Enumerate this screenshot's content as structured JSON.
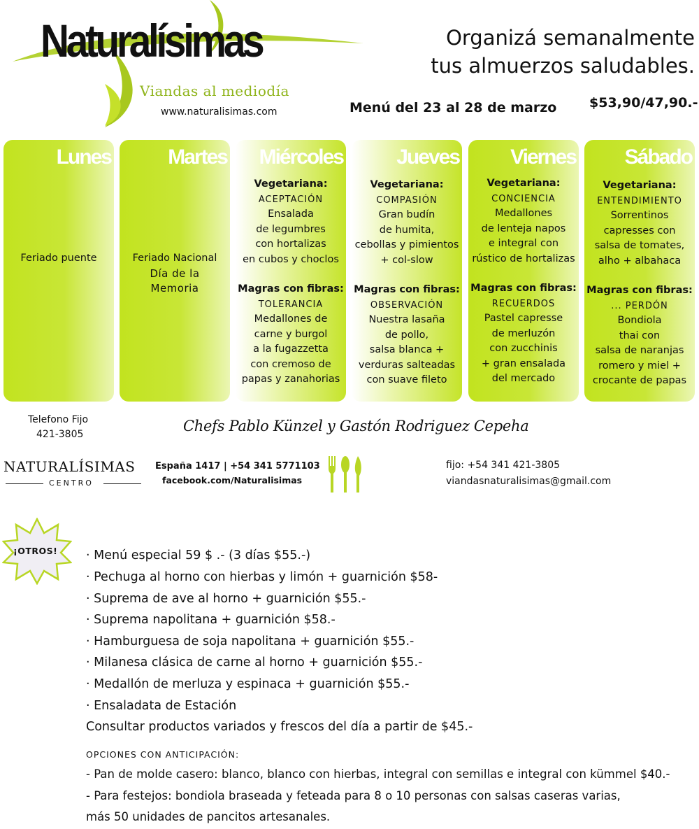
{
  "brand": {
    "name": "Naturalísimas",
    "subtitle": "Viandas al mediodía",
    "url": "www.naturalisimas.com"
  },
  "headline": {
    "line1": "Organizá semanalmente",
    "line2": "tus almuerzos saludables."
  },
  "menu_dates": "Menú del 23 al 28 de marzo",
  "price": "$53,90/47,90.-",
  "days": [
    {
      "name": "Lunes",
      "text": "Feriado puente"
    },
    {
      "name": "Martes",
      "line1": "Feriado Nacional",
      "line2": "Día de la",
      "line3": "Memoria"
    },
    {
      "name": "Miércoles",
      "veg_label": "Vegetariana:",
      "veg_title": "ACEPTACIÓN",
      "veg_lines": [
        "Ensalada",
        "de legumbres",
        "con hortalizas",
        "en cubos y choclos"
      ],
      "magra_label": "Magras con fibras:",
      "magra_title": "TOLERANCIA",
      "magra_lines": [
        "Medallones de",
        "carne y burgol",
        "a la fugazzetta",
        "con cremoso de",
        "papas y zanahorias"
      ]
    },
    {
      "name": "Jueves",
      "veg_label": "Vegetariana:",
      "veg_title": "COMPASIÓN",
      "veg_lines": [
        "Gran budín",
        "de humita,",
        "cebollas y pimientos",
        "+ col-slow"
      ],
      "magra_label": "Magras con fibras:",
      "magra_title": "OBSERVACIÓN",
      "magra_lines": [
        "Nuestra lasaña",
        "de pollo,",
        "salsa blanca +",
        "verduras salteadas",
        "con suave fileto"
      ]
    },
    {
      "name": "Viernes",
      "veg_label": "Vegetariana:",
      "veg_title": "CONCIENCIA",
      "veg_lines": [
        "Medallones",
        "de lenteja napos",
        "e integral con",
        "rústico de hortalizas"
      ],
      "magra_label": "Magras con fibras:",
      "magra_title": "RECUERDOS",
      "magra_lines": [
        "Pastel capresse",
        "de merluzón",
        "con zucchinis",
        "+ gran ensalada",
        "del mercado"
      ]
    },
    {
      "name": "Sábado",
      "veg_label": "Vegetariana:",
      "veg_title": "ENTENDIMIENTO",
      "veg_lines": [
        "Sorrentinos",
        "capresses con",
        "salsa de tomates,",
        "alho + albahaca"
      ],
      "magra_label": "Magras con fibras:",
      "magra_title": "... PERDÓN",
      "magra_lines": [
        "Bondiola",
        "thai con",
        "salsa de naranjas",
        "romero y miel +",
        "crocante de papas"
      ]
    }
  ],
  "phone": {
    "label": "Telefono Fijo",
    "number": "421-3805"
  },
  "chefs": "Chefs Pablo Künzel y Gastón Rodriguez Cepeha",
  "centro": {
    "name": "NATURALÍSIMAS",
    "sub": "CENTRO",
    "address": "España 1417 | +54 341 5771103",
    "facebook": "facebook.com/Naturalisimas",
    "fijo": "fijo: +54 341  421-3805",
    "email": "viandasnaturalisimas@gmail.com"
  },
  "otros": {
    "badge": "¡OTROS!",
    "items": [
      "· Menú especial 59 $ .- (3 días $55.-)",
      "· Pechuga al horno con hierbas y limón + guarnición $58-",
      "· Suprema de ave al horno + guarnición $55.-",
      "· Suprema napolitana + guarnición $58.-",
      "· Hamburguesa de soja napolitana + guarnición $55.-",
      "· Milanesa clásica de carne al horno + guarnición $55.-",
      "· Medallón de merluza y espinaca + guarnición $55.-",
      "· Ensaladata de Estación",
      "Consultar productos variados y frescos del día a partir de $45.-"
    ],
    "opciones_title": "OPCIONES CON ANTICIPACIÓN:",
    "opciones": [
      "- Pan de molde casero: blanco, blanco con hierbas, integral con semillas e integral con kümmel $40.-",
      "- Para festejos: bondiola braseada y feteada para 8 o 10 personas con salsas caseras varias,",
      "más 50 unidades de pancitos artesanales."
    ]
  },
  "colors": {
    "accent_green": "#c2e31f",
    "logo_green": "#a8c81e"
  }
}
